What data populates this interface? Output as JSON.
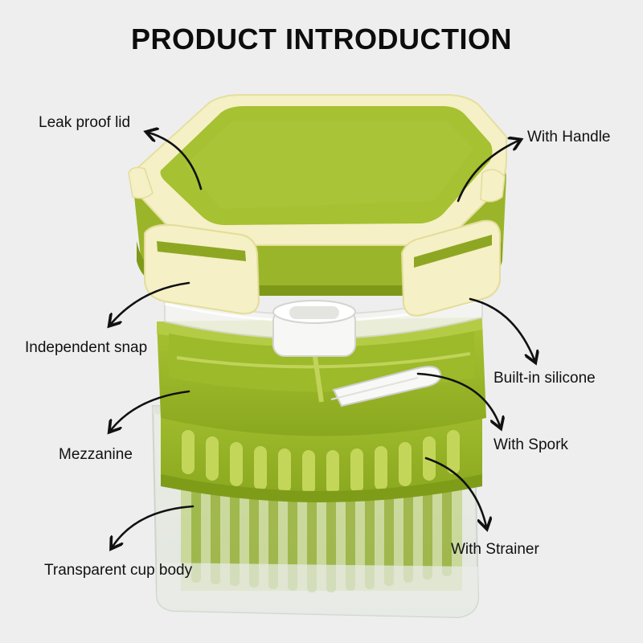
{
  "title": "PRODUCT INTRODUCTION",
  "callouts": {
    "leak_proof_lid": "Leak proof lid",
    "with_handle": "With Handle",
    "independent_snap": "Independent snap",
    "built_in_silicone": "Built-in silicone",
    "mezzanine": "Mezzanine",
    "with_spork": "With Spork",
    "transparent_cup_body": "Transparent cup body",
    "with_strainer": "With Strainer"
  },
  "colors": {
    "background": "#eeeeef",
    "lid_green": "#9dbb2a",
    "lid_top": "#a9c435",
    "cream_rim": "#f6f1c8",
    "transparent_body": "#e6ebe6"
  }
}
